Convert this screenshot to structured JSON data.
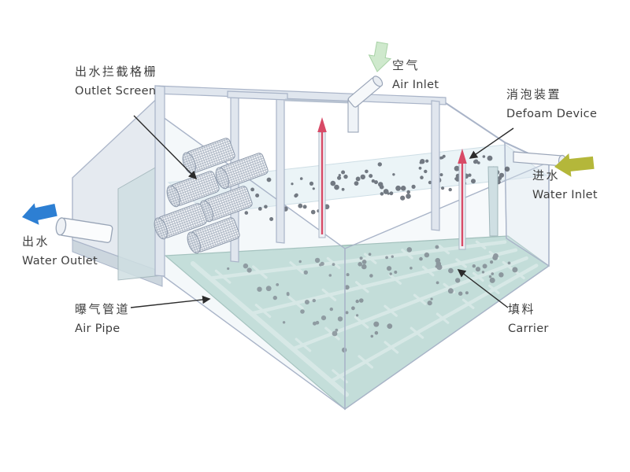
{
  "labels": {
    "outlet_screen": {
      "zh": "出水拦截格栅",
      "en": "Outlet Screen"
    },
    "air_inlet": {
      "zh": "空气",
      "en": "Air Inlet"
    },
    "defoam_device": {
      "zh": "消泡装置",
      "en": "Defoam Device"
    },
    "water_inlet": {
      "zh": "进水",
      "en": "Water Inlet"
    },
    "water_outlet": {
      "zh": "出水",
      "en": "Water Outlet"
    },
    "air_pipe": {
      "zh": "曝气管道",
      "en": "Air Pipe"
    },
    "carrier": {
      "zh": "填料",
      "en": "Carrier"
    }
  },
  "colors": {
    "water_outlet_arrow": "#2d7fd3",
    "water_inlet_arrow": "#b4b73a",
    "air_inlet_arrow": "#cfe9cd",
    "defoam_flow_arrow": "#d84a66",
    "tank_wall": "#dce7ee",
    "tank_floor": "#badad2",
    "floor_pipe": "#d6e9e3",
    "carrier_dot": "#5d646e",
    "leader_line": "#2b2b2b"
  }
}
